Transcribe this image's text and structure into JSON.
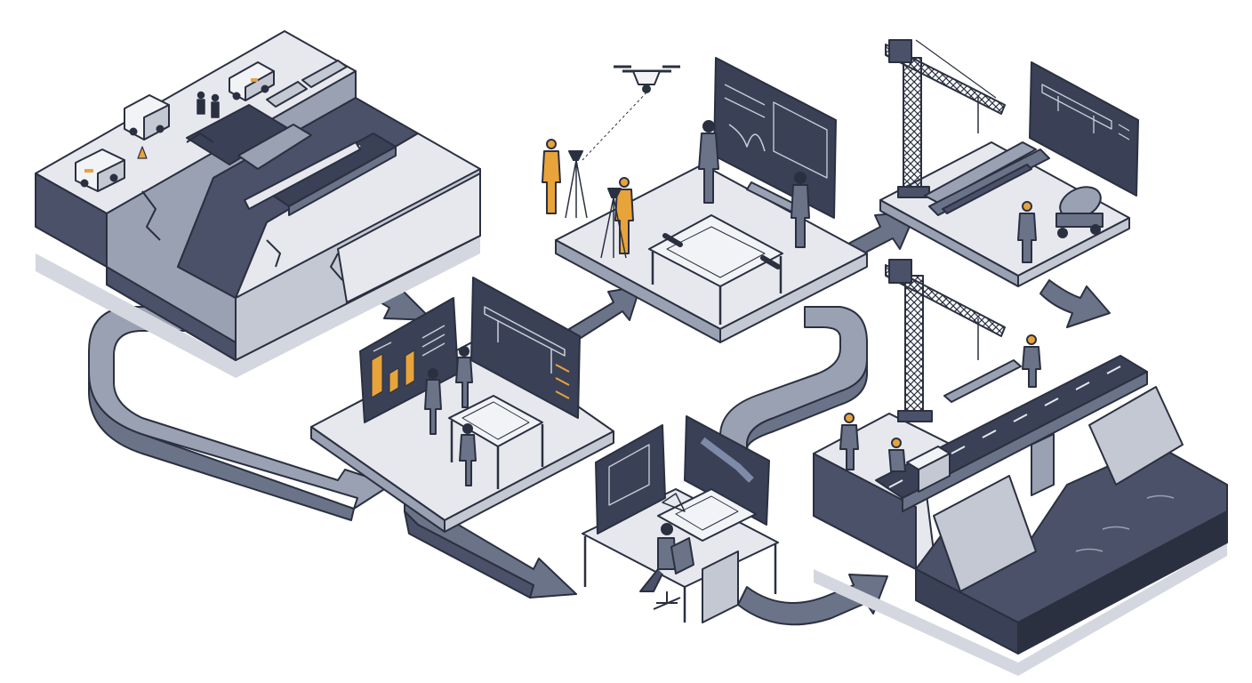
{
  "diagram": {
    "type": "isometric-process-flow",
    "palette": {
      "ink": "#2b3040",
      "slate_dark": "#4a5168",
      "slate": "#6b7389",
      "slate_light": "#9aa1b2",
      "surface": "#e6e8ee",
      "surface_light": "#f2f3f6",
      "shadow": "#d4d7df",
      "accent_safety": "#e8a33a",
      "screen": "#3a4156",
      "screen_line": "#c9cfdc"
    },
    "stages": [
      {
        "id": "damaged-bridge",
        "icon": "broken-bridge-icon"
      },
      {
        "id": "data-analysis",
        "icon": "analysis-screens-icon"
      },
      {
        "id": "site-survey",
        "icon": "survey-drone-icon"
      },
      {
        "id": "cad-design",
        "icon": "cad-workstation-icon"
      },
      {
        "id": "fabrication",
        "icon": "crane-fabrication-icon"
      },
      {
        "id": "bridge-construction",
        "icon": "crane-construction-icon"
      }
    ]
  }
}
